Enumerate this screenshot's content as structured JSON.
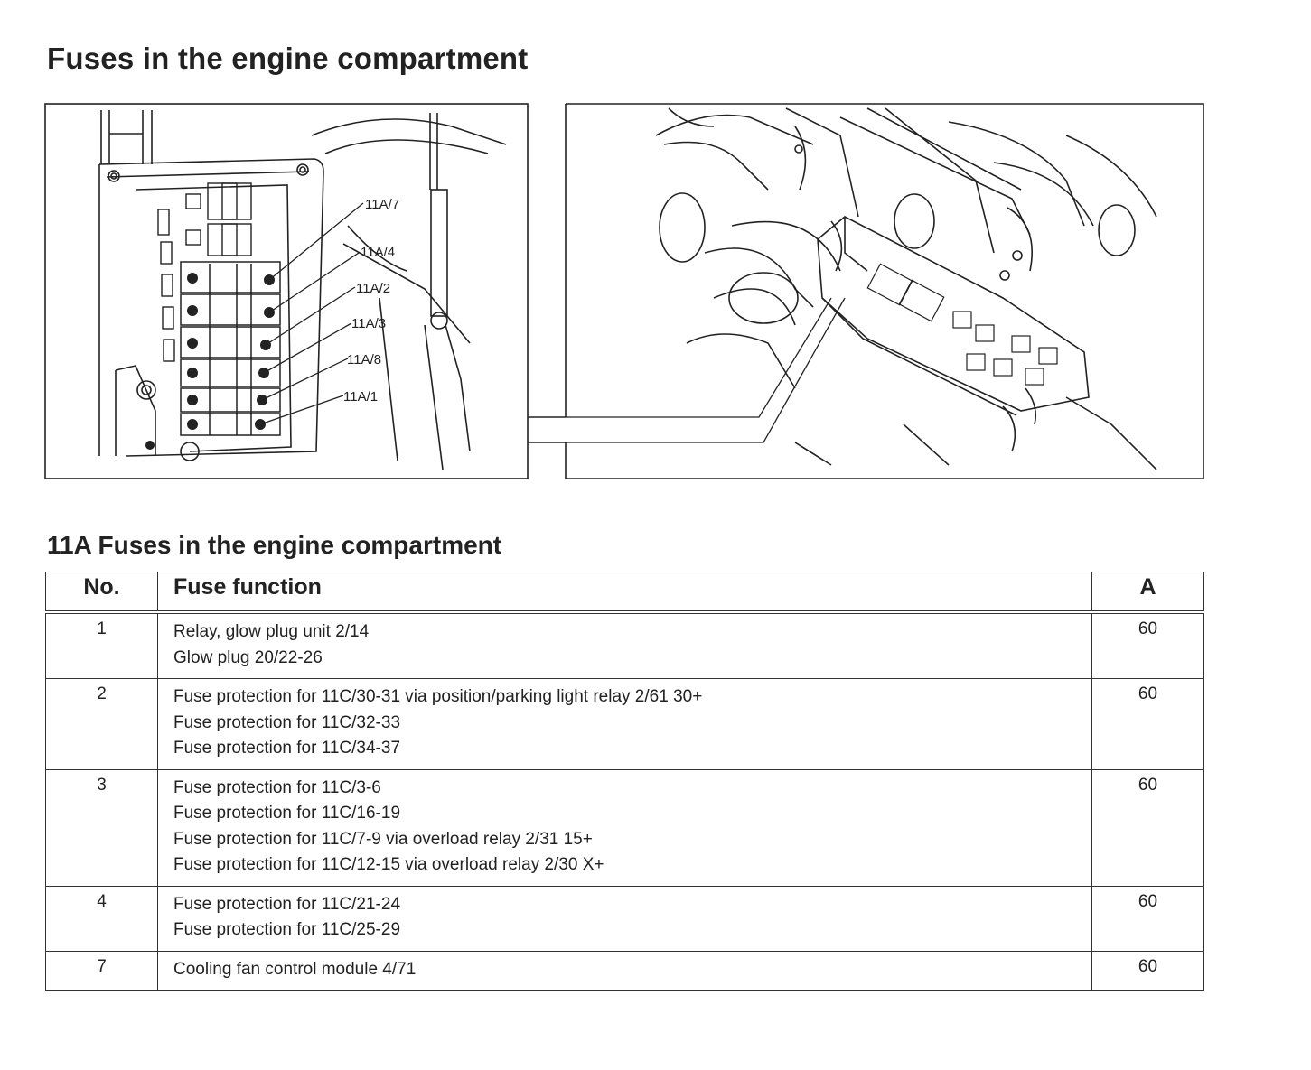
{
  "page": {
    "title": "Fuses in the engine compartment",
    "table_title": "11A Fuses in the engine compartment"
  },
  "figure": {
    "labels": [
      "11A/7",
      "11A/4",
      "11A/2",
      "11A/3",
      "11A/8",
      "11A/1"
    ]
  },
  "table": {
    "headers": {
      "no": "No.",
      "function": "Fuse function",
      "amps": "A"
    },
    "rows": [
      {
        "no": "1",
        "lines": [
          "Relay, glow plug unit 2/14",
          "Glow plug 20/22-26"
        ],
        "amps": "60"
      },
      {
        "no": "2",
        "lines": [
          "Fuse protection for 11C/30-31 via position/parking light relay 2/61 30+",
          "Fuse protection for 11C/32-33",
          "Fuse protection for 11C/34-37"
        ],
        "amps": "60"
      },
      {
        "no": "3",
        "lines": [
          "Fuse protection for 11C/3-6",
          "Fuse protection for 11C/16-19",
          "Fuse protection for 11C/7-9 via overload relay 2/31 15+",
          "Fuse protection for 11C/12-15 via overload relay 2/30 X+"
        ],
        "amps": "60"
      },
      {
        "no": "4",
        "lines": [
          "Fuse protection for 11C/21-24",
          "Fuse protection for 11C/25-29"
        ],
        "amps": "60"
      },
      {
        "no": "7",
        "lines": [
          "Cooling fan control module 4/71"
        ],
        "amps": "60"
      }
    ]
  }
}
